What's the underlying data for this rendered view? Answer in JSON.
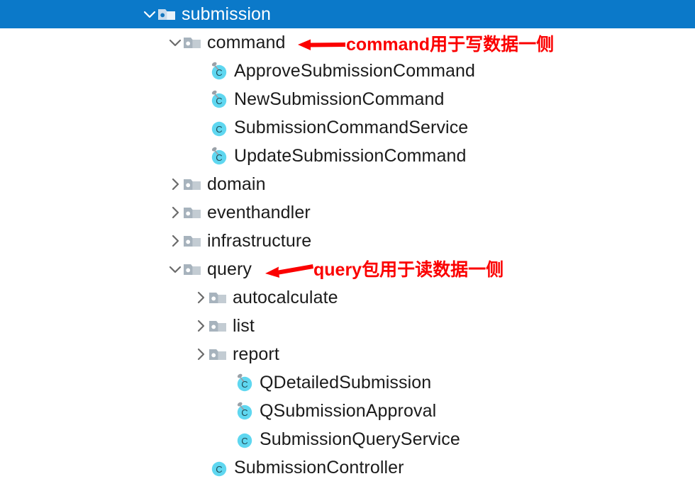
{
  "colors": {
    "selection_blue": "#0b79c9",
    "folder_icon": "#a7b3bd",
    "class_icon": "#5fd7f0",
    "class_letter": "#1f4a55",
    "pin_gray": "#9aa1a8",
    "annotation_red": "#fb0000",
    "text": "#1b1b1b",
    "selected_text": "#ffffff",
    "chevron": "#6b6b6b"
  },
  "tree": {
    "nodes": [
      {
        "id": "submission",
        "label": "submission",
        "kind": "package",
        "icon": "folder-icon",
        "depth": 0,
        "chevron": "chevron-down-icon",
        "expanded": true,
        "selected": true,
        "pinned": false
      },
      {
        "id": "command",
        "label": "command",
        "kind": "package",
        "icon": "folder-icon",
        "depth": 1,
        "chevron": "chevron-down-icon",
        "expanded": true,
        "selected": false,
        "pinned": false
      },
      {
        "id": "approve-submission-command",
        "label": "ApproveSubmissionCommand",
        "kind": "class",
        "icon": "class-icon",
        "depth": 2,
        "chevron": "none",
        "expanded": false,
        "selected": false,
        "pinned": true
      },
      {
        "id": "new-submission-command",
        "label": "NewSubmissionCommand",
        "kind": "class",
        "icon": "class-icon",
        "depth": 2,
        "chevron": "none",
        "expanded": false,
        "selected": false,
        "pinned": true
      },
      {
        "id": "submission-command-service",
        "label": "SubmissionCommandService",
        "kind": "class",
        "icon": "class-icon",
        "depth": 2,
        "chevron": "none",
        "expanded": false,
        "selected": false,
        "pinned": false
      },
      {
        "id": "update-submission-command",
        "label": "UpdateSubmissionCommand",
        "kind": "class",
        "icon": "class-icon",
        "depth": 2,
        "chevron": "none",
        "expanded": false,
        "selected": false,
        "pinned": true
      },
      {
        "id": "domain",
        "label": "domain",
        "kind": "package",
        "icon": "folder-icon",
        "depth": 1,
        "chevron": "chevron-right-icon",
        "expanded": false,
        "selected": false,
        "pinned": false
      },
      {
        "id": "eventhandler",
        "label": "eventhandler",
        "kind": "package",
        "icon": "folder-icon",
        "depth": 1,
        "chevron": "chevron-right-icon",
        "expanded": false,
        "selected": false,
        "pinned": false
      },
      {
        "id": "infrastructure",
        "label": "infrastructure",
        "kind": "package",
        "icon": "folder-icon",
        "depth": 1,
        "chevron": "chevron-right-icon",
        "expanded": false,
        "selected": false,
        "pinned": false
      },
      {
        "id": "query",
        "label": "query",
        "kind": "package",
        "icon": "folder-icon",
        "depth": 1,
        "chevron": "chevron-down-icon",
        "expanded": true,
        "selected": false,
        "pinned": false
      },
      {
        "id": "autocalculate",
        "label": "autocalculate",
        "kind": "package",
        "icon": "folder-icon",
        "depth": 2,
        "chevron": "chevron-right-icon",
        "expanded": false,
        "selected": false,
        "pinned": false
      },
      {
        "id": "list",
        "label": "list",
        "kind": "package",
        "icon": "folder-icon",
        "depth": 2,
        "chevron": "chevron-right-icon",
        "expanded": false,
        "selected": false,
        "pinned": false
      },
      {
        "id": "report",
        "label": "report",
        "kind": "package",
        "icon": "folder-icon",
        "depth": 2,
        "chevron": "chevron-right-icon",
        "expanded": false,
        "selected": false,
        "pinned": false
      },
      {
        "id": "q-detailed-submission",
        "label": "QDetailedSubmission",
        "kind": "class",
        "icon": "class-icon",
        "depth": 3,
        "chevron": "none",
        "expanded": false,
        "selected": false,
        "pinned": true
      },
      {
        "id": "q-submission-approval",
        "label": "QSubmissionApproval",
        "kind": "class",
        "icon": "class-icon",
        "depth": 3,
        "chevron": "none",
        "expanded": false,
        "selected": false,
        "pinned": true
      },
      {
        "id": "submission-query-service",
        "label": "SubmissionQueryService",
        "kind": "class",
        "icon": "class-icon",
        "depth": 3,
        "chevron": "none",
        "expanded": false,
        "selected": false,
        "pinned": false
      },
      {
        "id": "submission-controller",
        "label": "SubmissionController",
        "kind": "class",
        "icon": "class-icon",
        "depth": 2,
        "chevron": "none",
        "expanded": false,
        "selected": false,
        "pinned": false
      }
    ]
  },
  "annotations": [
    {
      "id": "annot-command",
      "text": "command用于写数据一侧",
      "arrow": "arrow-left-icon",
      "target": "command"
    },
    {
      "id": "annot-query",
      "text": "query包用于读数据一侧",
      "arrow": "arrow-left-icon",
      "target": "query"
    }
  ]
}
